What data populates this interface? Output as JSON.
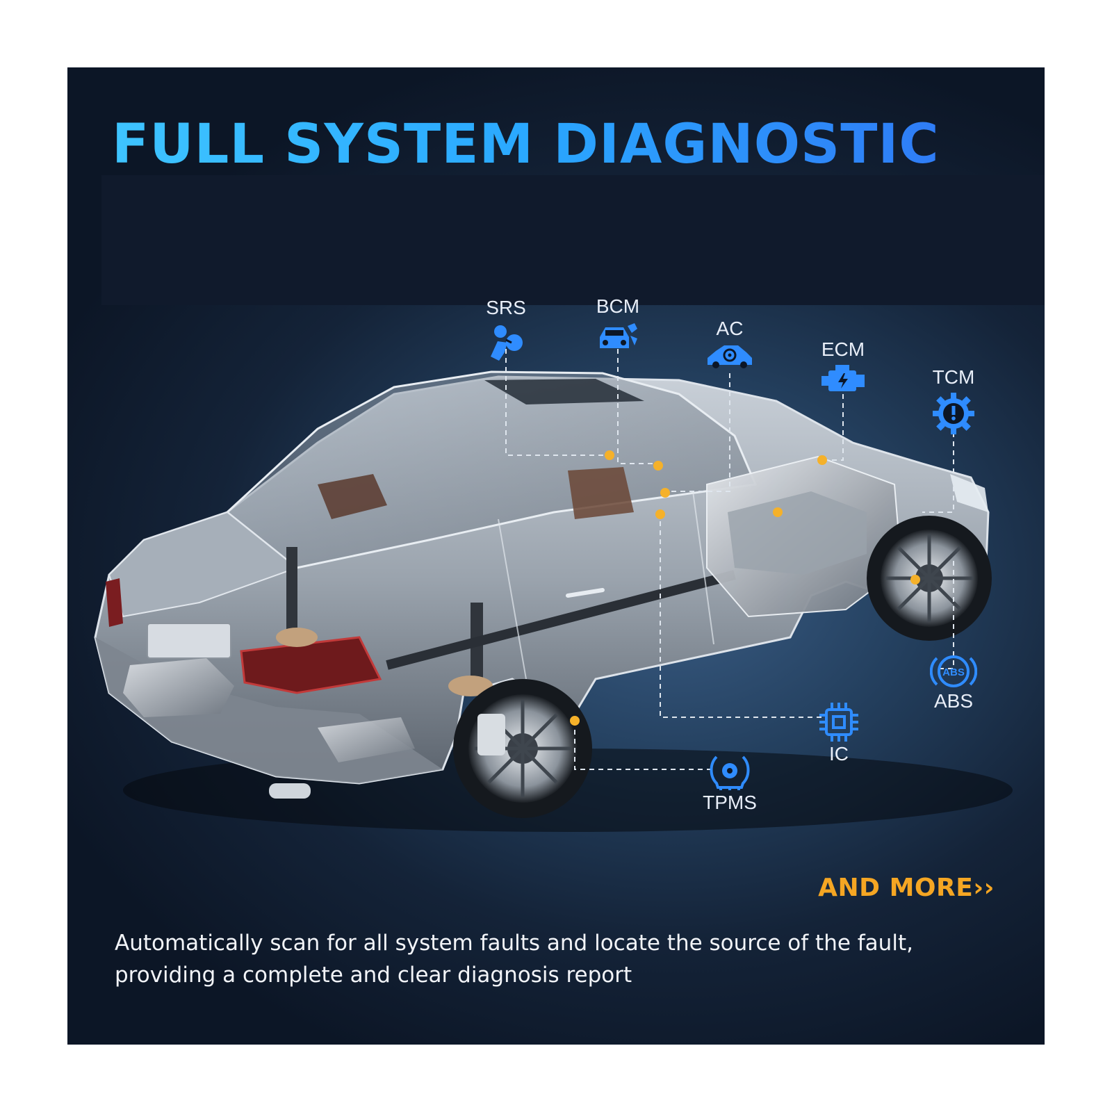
{
  "headline": "FULL SYSTEM DIAGNOSTIC",
  "modules": [
    {
      "label": "SRS",
      "icon": "airbag-icon"
    },
    {
      "label": "BCM",
      "icon": "body-control-icon"
    },
    {
      "label": "AC",
      "icon": "air-conditioning-icon"
    },
    {
      "label": "ECM",
      "icon": "engine-icon"
    },
    {
      "label": "TCM",
      "icon": "transmission-gear-icon"
    },
    {
      "label": "ABS",
      "icon": "abs-icon"
    },
    {
      "label": "IC",
      "icon": "chip-icon"
    },
    {
      "label": "TPMS",
      "icon": "tire-pressure-icon"
    }
  ],
  "abs_badge": "ABS",
  "more_label": "AND MORE",
  "more_arrows": "››",
  "description": "Automatically scan for all system faults and locate the source of the fault, providing a complete and clear diagnosis report",
  "colors": {
    "headline": "#2aa8ff",
    "icon": "#2f8cff",
    "marker": "#f5b12a",
    "more": "#f5a623",
    "text": "#f2f4f8"
  }
}
